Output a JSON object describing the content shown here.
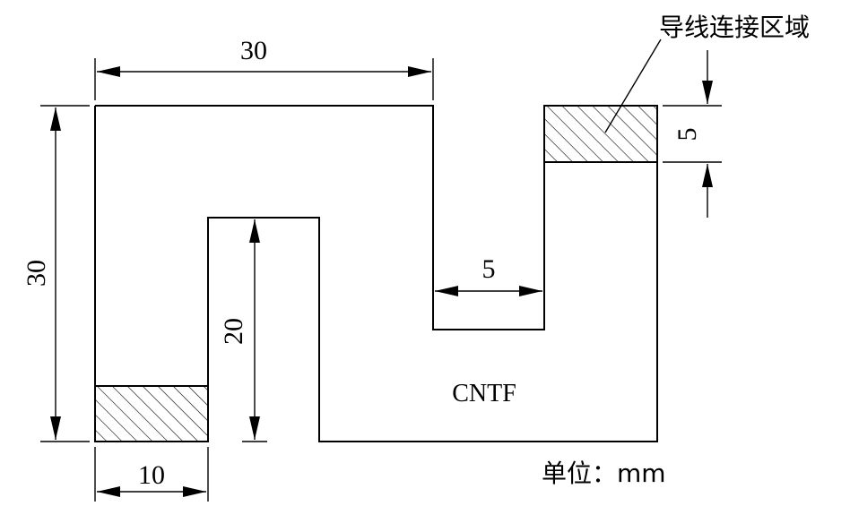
{
  "dimensions": {
    "top_width": "30",
    "left_height": "30",
    "inner_slot_height": "20",
    "bottom_pad_width": "10",
    "notch_width": "5",
    "right_pad_height": "5"
  },
  "labels": {
    "material": "CNTF",
    "wire_area": "导线连接区域",
    "unit": "单位：mm"
  }
}
